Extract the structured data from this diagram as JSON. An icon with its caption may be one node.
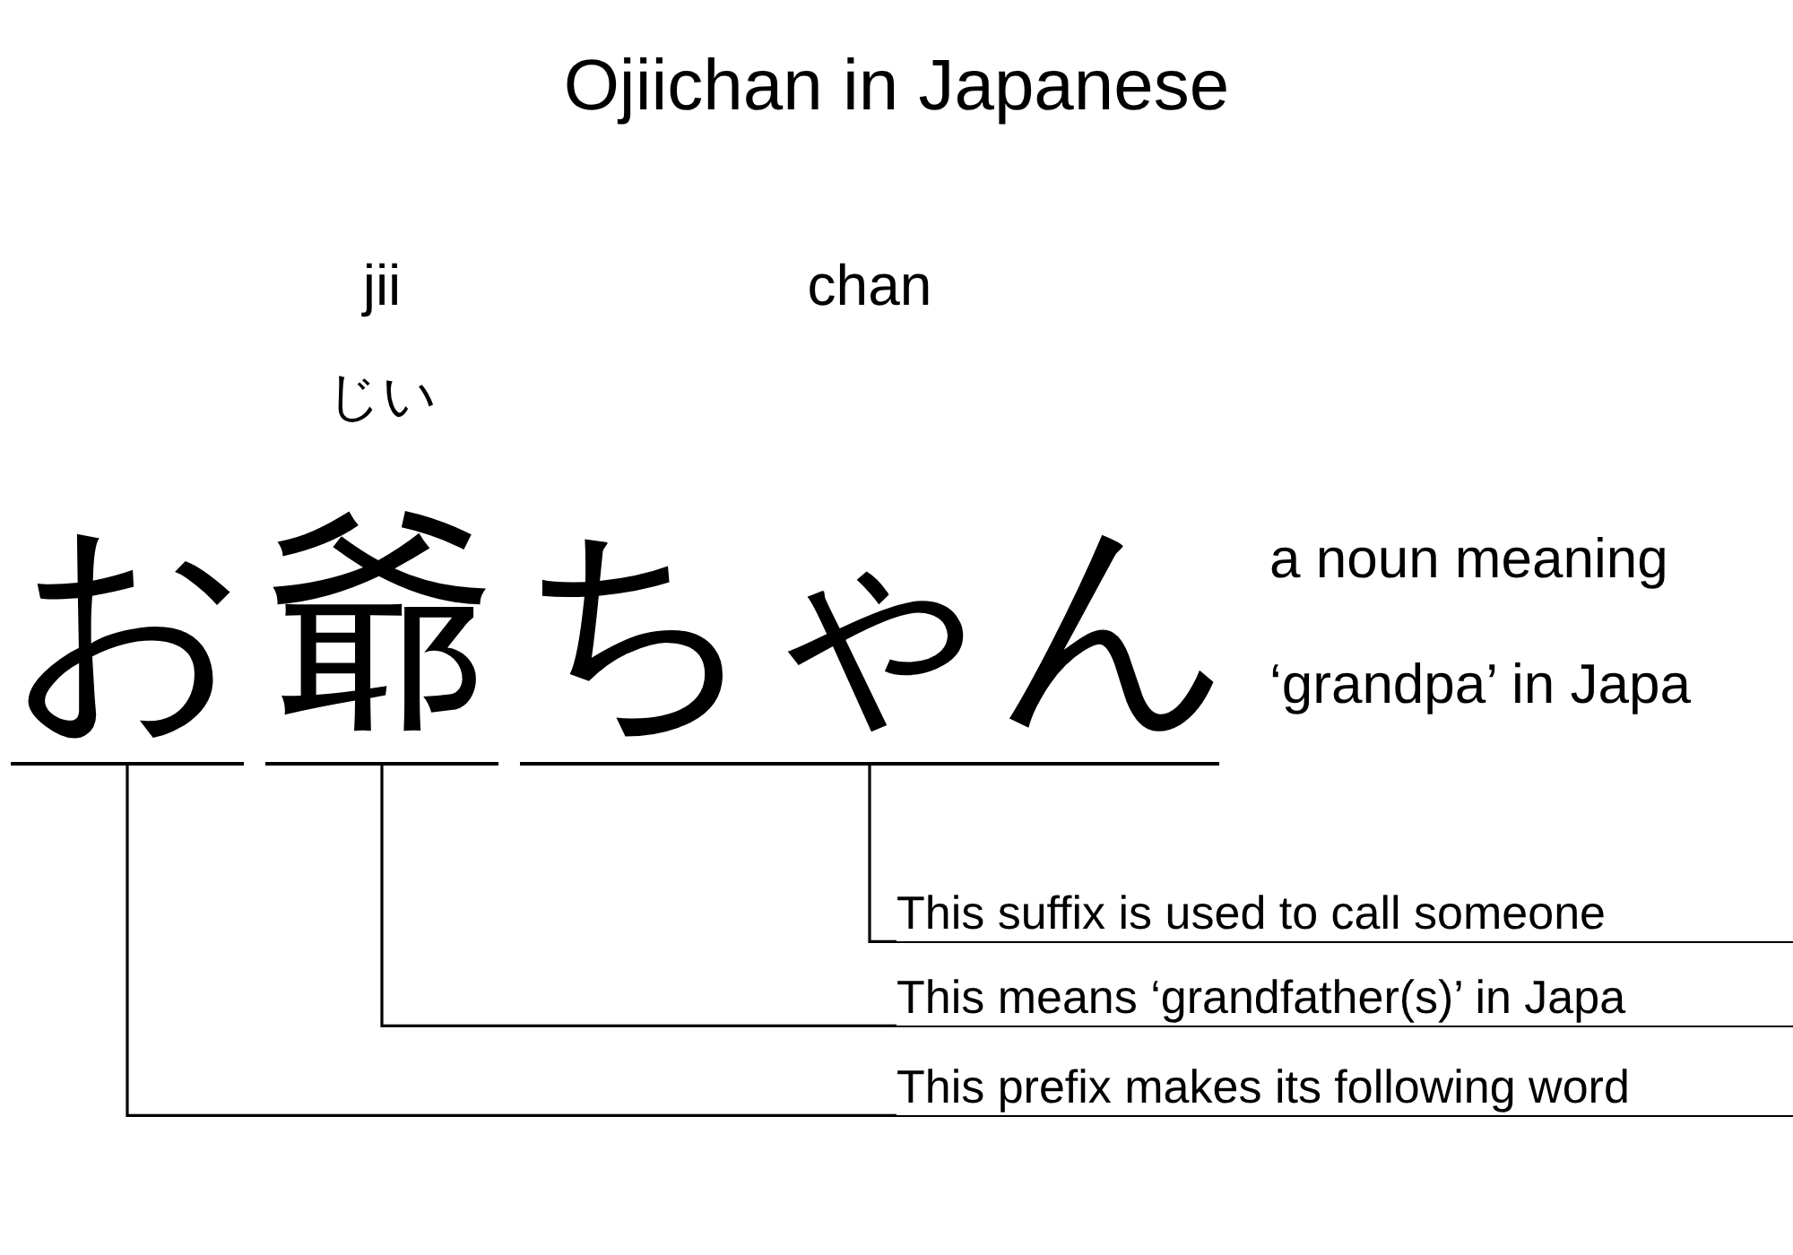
{
  "diagram": {
    "title": "Ojiichan in Japanese",
    "nodes": [
      {
        "text": [
          "お"
        ]
      },
      {
        "text": [
          "爺"
        ],
        "beside": [
          "jii",
          "じい"
        ]
      },
      {
        "text": [
          "ちゃん"
        ],
        "beside": [
          "chan"
        ]
      },
      {
        "text": [
          "This suffix is used to call someone"
        ]
      },
      {
        "text": [
          "This means ‘grandfather(s)’ in Japa"
        ]
      },
      {
        "text": [
          "This prefix makes its following word"
        ]
      }
    ],
    "edges": [
      {
        "from": 3,
        "to": 2,
        "arrow": "none"
      },
      {
        "from": 4,
        "to": 1,
        "arrow": "none"
      },
      {
        "from": 5,
        "to": 0,
        "arrow": "none"
      }
    ],
    "labels": [
      "a noun meaning ‘grandpa’ in Japa"
    ]
  }
}
